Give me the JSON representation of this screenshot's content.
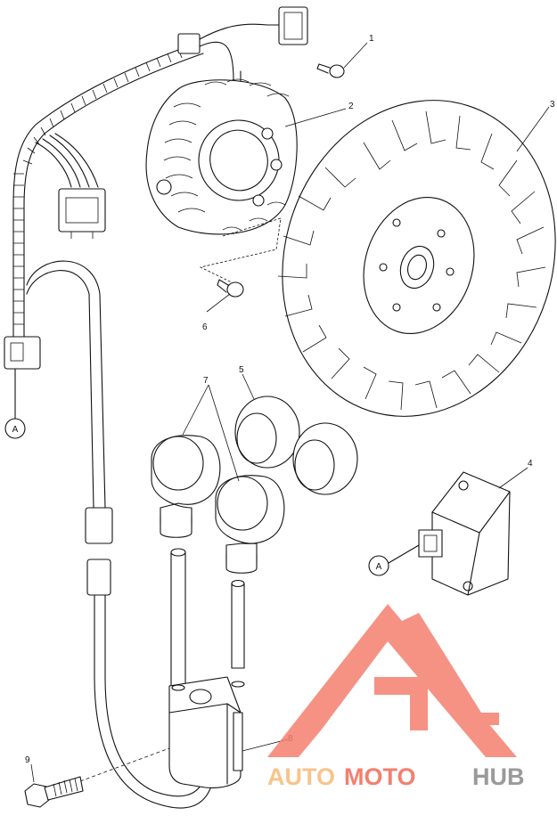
{
  "callouts": [
    {
      "id": "1",
      "label": "1"
    },
    {
      "id": "2",
      "label": "2"
    },
    {
      "id": "3",
      "label": "3"
    },
    {
      "id": "4",
      "label": "4"
    },
    {
      "id": "5",
      "label": "5"
    },
    {
      "id": "6",
      "label": "6"
    },
    {
      "id": "7",
      "label": "7"
    },
    {
      "id": "8",
      "label": "8"
    },
    {
      "id": "9",
      "label": "9"
    }
  ],
  "connector_refs": [
    {
      "id": "A-left",
      "label": "A"
    },
    {
      "id": "A-right",
      "label": "A"
    }
  ],
  "watermark": {
    "part1": "AUTO",
    "part2": "MOTO",
    "part3": "HUB",
    "color_primary": "#f47f6f",
    "color_secondary": "#f7c48b",
    "color_gray": "#9a9a9a"
  }
}
